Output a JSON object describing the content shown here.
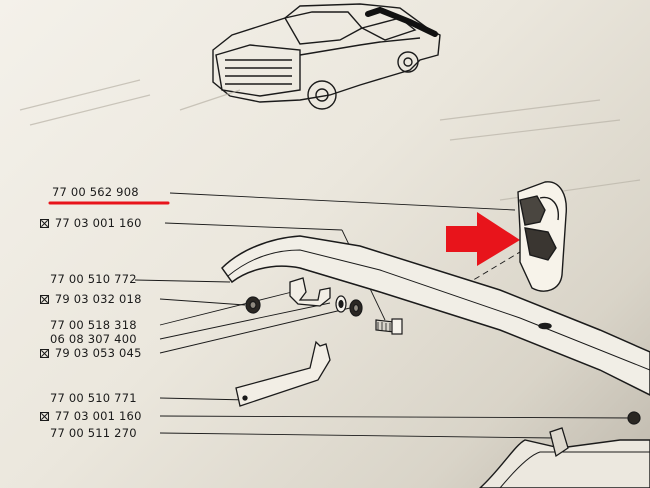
{
  "parts": [
    {
      "id": "p1",
      "number": "77 00 562 908",
      "marked": false,
      "highlighted": true
    },
    {
      "id": "p2",
      "number": "77 03 001 160",
      "marked": true,
      "highlighted": false
    },
    {
      "id": "p3",
      "number": "77 00 510 772",
      "marked": false,
      "highlighted": false
    },
    {
      "id": "p4",
      "number": "79 03 032 018",
      "marked": true,
      "highlighted": false
    },
    {
      "id": "p5",
      "number": "77 00 518 318",
      "marked": false,
      "highlighted": false
    },
    {
      "id": "p6",
      "number": "06 08 307 400",
      "marked": false,
      "highlighted": false
    },
    {
      "id": "p7",
      "number": "79 03 053 045",
      "marked": true,
      "highlighted": false
    },
    {
      "id": "p8",
      "number": "77 00 510 771",
      "marked": false,
      "highlighted": false
    },
    {
      "id": "p9",
      "number": "77 03 001 160",
      "marked": true,
      "highlighted": false
    },
    {
      "id": "p10",
      "number": "77 00 511 270",
      "marked": false,
      "highlighted": false
    }
  ],
  "colors": {
    "highlight": "#e8141b",
    "ink": "#1b1b1b",
    "paper": "#f1eee6"
  },
  "icons": {
    "arrow": "red-arrow-icon",
    "mark": "replaced-part-mark-icon"
  }
}
